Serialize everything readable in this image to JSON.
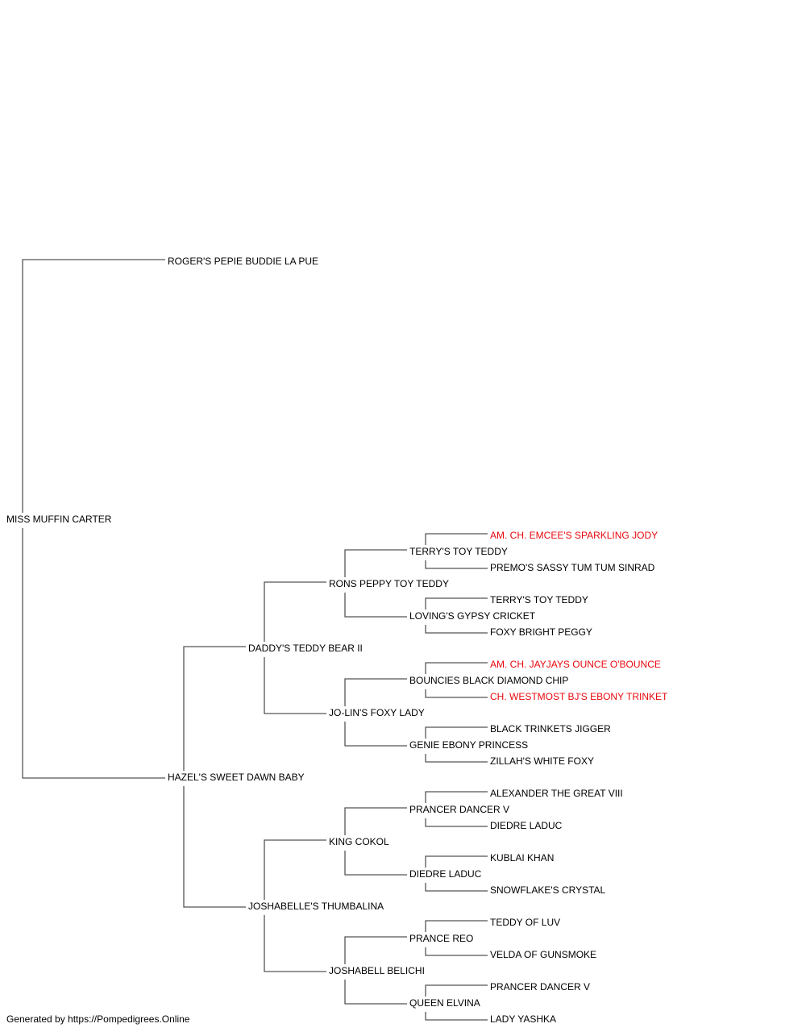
{
  "colors": {
    "line": "#000000",
    "champion": "#e8080d",
    "text": "#000000"
  },
  "pedigree": {
    "subject": "MISS MUFFIN CARTER",
    "sire": "ROGER'S PEPIE BUDDIE LA PUE",
    "dam": "HAZEL'S SWEET DAWN BABY",
    "dam_sire": "DADDY'S TEDDY BEAR II",
    "dam_dam": "JOSHABELLE'S THUMBALINA",
    "ds_sire": "RONS PEPPY TOY TEDDY",
    "ds_dam": "JO-LIN'S FOXY LADY",
    "dd_sire": "KING COKOL",
    "dd_dam": "JOSHABELL BELICHI",
    "g4_1": "TERRY'S TOY TEDDY",
    "g4_2": "LOVING'S GYPSY CRICKET",
    "g4_3": "BOUNCIES BLACK DIAMOND CHIP",
    "g4_4": "GENIE EBONY PRINCESS",
    "g4_5": "PRANCER DANCER V",
    "g4_6": "DIEDRE LADUC",
    "g4_7": "PRANCE REO",
    "g4_8": "QUEEN ELVINA",
    "g5_1": "AM. CH. EMCEE'S SPARKLING JODY",
    "g5_2": "PREMO'S SASSY TUM TUM SINRAD",
    "g5_3": "TERRY'S TOY TEDDY",
    "g5_4": "FOXY BRIGHT PEGGY",
    "g5_5": "AM. CH. JAYJAYS OUNCE O'BOUNCE",
    "g5_6": "CH. WESTMOST BJ'S EBONY TRINKET",
    "g5_7": "BLACK TRINKETS JIGGER",
    "g5_8": "ZILLAH'S WHITE FOXY",
    "g5_9": "ALEXANDER THE GREAT VIII",
    "g5_10": "DIEDRE LADUC",
    "g5_11": "KUBLAI KHAN",
    "g5_12": "SNOWFLAKE'S CRYSTAL",
    "g5_13": "TEDDY OF LUV",
    "g5_14": "VELDA OF GUNSMOKE",
    "g5_15": "PRANCER DANCER V",
    "g5_16": "LADY YASHKA"
  },
  "footer": "Generated by https://Pompedigrees.Online"
}
